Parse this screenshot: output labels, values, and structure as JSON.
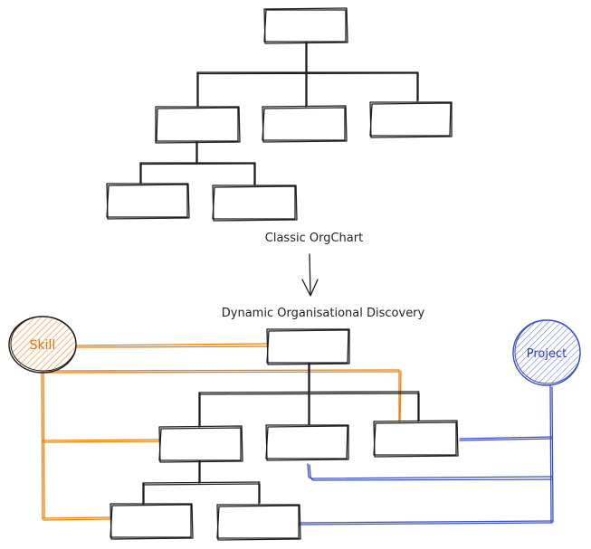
{
  "labels": {
    "classic": "Classic OrgChart",
    "dynamic": "Dynamic Organisational Discovery"
  },
  "skill_node": {
    "label": "Skill"
  },
  "project_node": {
    "label": "Project"
  },
  "colors": {
    "ink": "#1e1e1e",
    "skill": "#e8820c",
    "skill_fill": "#f7a54a",
    "project": "#3b4fbf",
    "project_fill": "#6d7be0"
  }
}
